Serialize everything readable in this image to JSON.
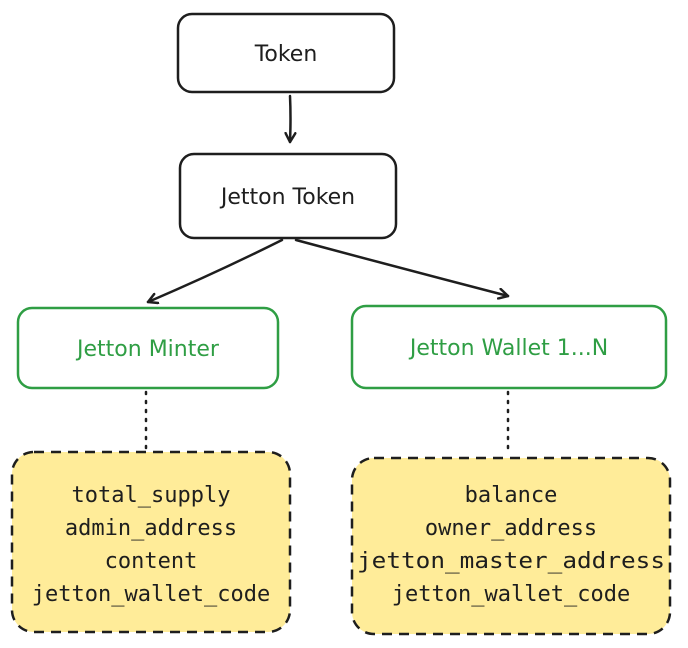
{
  "colors": {
    "ink": "#1e1e1e",
    "accent_green": "#2f9e44",
    "note_fill": "#ffec99",
    "background": "#ffffff"
  },
  "nodes": {
    "token": "Token",
    "jetton_token": "Jetton Token",
    "jetton_minter": "Jetton Minter",
    "jetton_wallet": "Jetton Wallet 1...N"
  },
  "minter_fields": [
    "total_supply",
    "admin_address",
    "content",
    "jetton_wallet_code"
  ],
  "wallet_fields": [
    "balance",
    "owner_address",
    "jetton_master_address",
    "jetton_wallet_code"
  ]
}
